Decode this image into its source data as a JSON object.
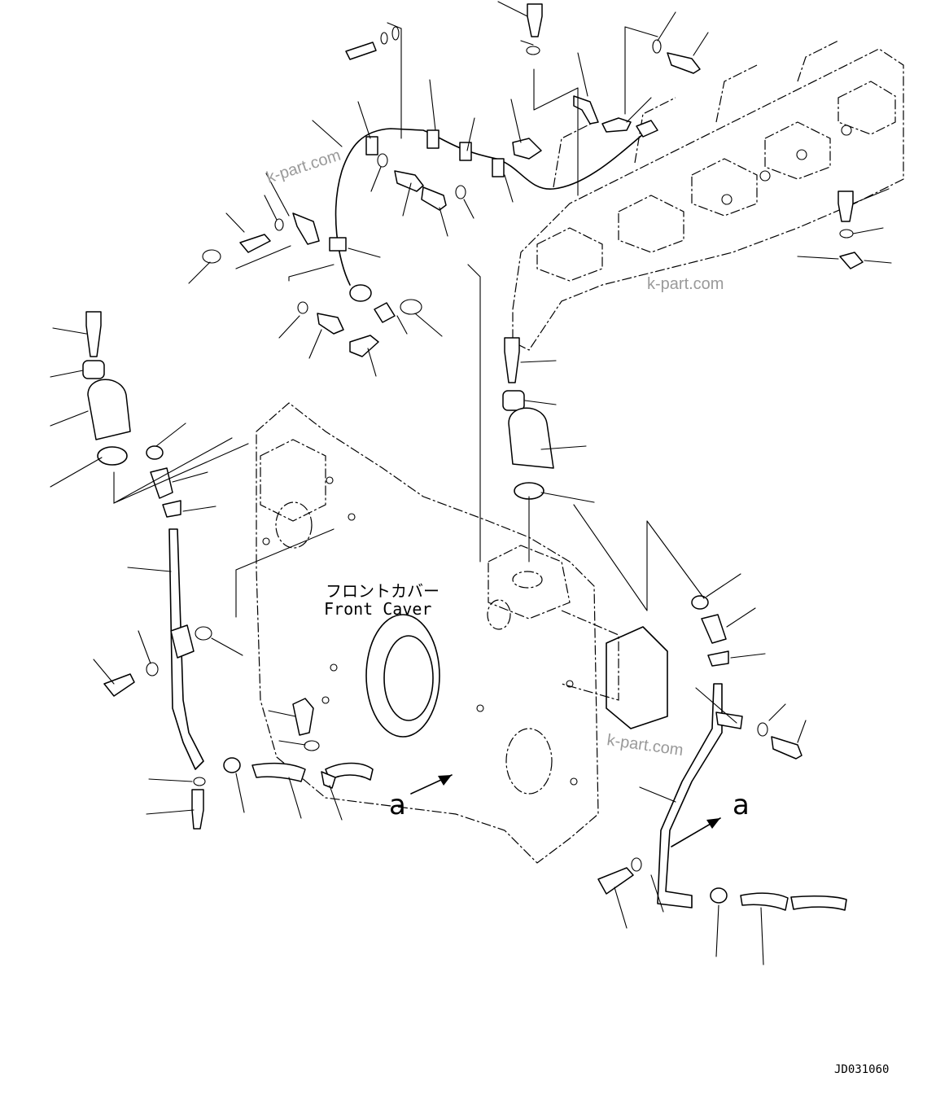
{
  "labels": {
    "front_cover_jp": "フロントカバー",
    "front_cover_en": "Front Caver",
    "view_a_left": "a",
    "view_a_right": "a",
    "drawing_number": "JD031060"
  },
  "watermarks": [
    "k-part.com",
    "k-part.com",
    "k-part.com"
  ],
  "colors": {
    "line": "#000000",
    "watermark": "#9a9a9a",
    "background": "#ffffff"
  }
}
